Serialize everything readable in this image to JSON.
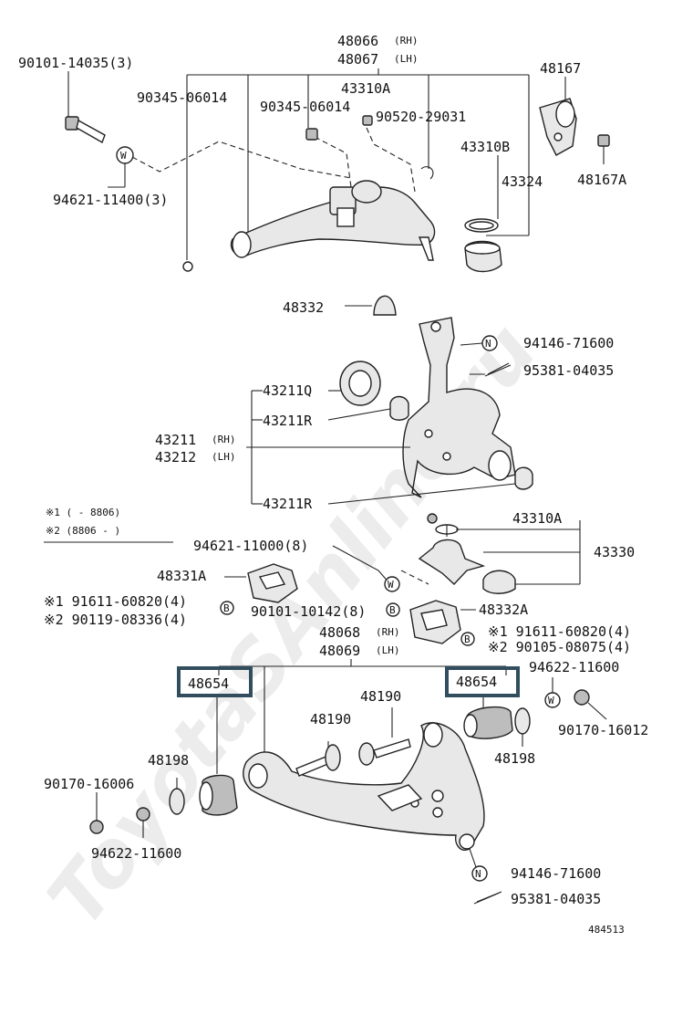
{
  "watermark": "ToyotaSAnline.ru",
  "figure_id": "484513",
  "legend": {
    "l1": "※1 (      - 8806)",
    "l2": "※2 (8806 -      )"
  },
  "labels": {
    "p48066": "48066",
    "p48066_side": "(RH)",
    "p48067": "48067",
    "p48067_side": "(LH)",
    "p90101_14035": "90101-14035(3)",
    "p90345_06014a": "90345-06014",
    "p90345_06014b": "90345-06014",
    "p43310A_top": "43310A",
    "p90520_29031": "90520-29031",
    "p48167": "48167",
    "p43310B": "43310B",
    "p43324": "43324",
    "p48167A": "48167A",
    "p94621_11400": "94621-11400(3)",
    "p48332": "48332",
    "p94146_71600_top": "94146-71600",
    "p95381_04035_top": "95381-04035",
    "p43211Q": "43211Q",
    "p43211R_a": "43211R",
    "p43211": "43211",
    "p43211_side": "(RH)",
    "p43212": "43212",
    "p43212_side": "(LH)",
    "p43211R_b": "43211R",
    "p43310A_mid": "43310A",
    "p94621_11000": "94621-11000(8)",
    "p43330": "43330",
    "p48331A": "48331A",
    "p91611_60820_left": "※1 91611-60820(4)",
    "p90119_08336": "※2 90119-08336(4)",
    "p90101_10142": "90101-10142(8)",
    "p48332A": "48332A",
    "p48068": "48068",
    "p48068_side": "(RH)",
    "p48069": "48069",
    "p48069_side": "(LH)",
    "p91611_60820_right": "※1 91611-60820(4)",
    "p90105_08075": "※2 90105-08075(4)",
    "p48654_left": "48654",
    "p48654_right": "48654",
    "p94622_11600_top": "94622-11600",
    "p48190_a": "48190",
    "p48190_b": "48190",
    "p90170_16012": "90170-16012",
    "p48198_left": "48198",
    "p48198_right": "48198",
    "p90170_16006": "90170-16006",
    "p94622_11600_bot": "94622-11600",
    "p94146_71600_bot": "94146-71600",
    "p95381_04035_bot": "95381-04035"
  }
}
